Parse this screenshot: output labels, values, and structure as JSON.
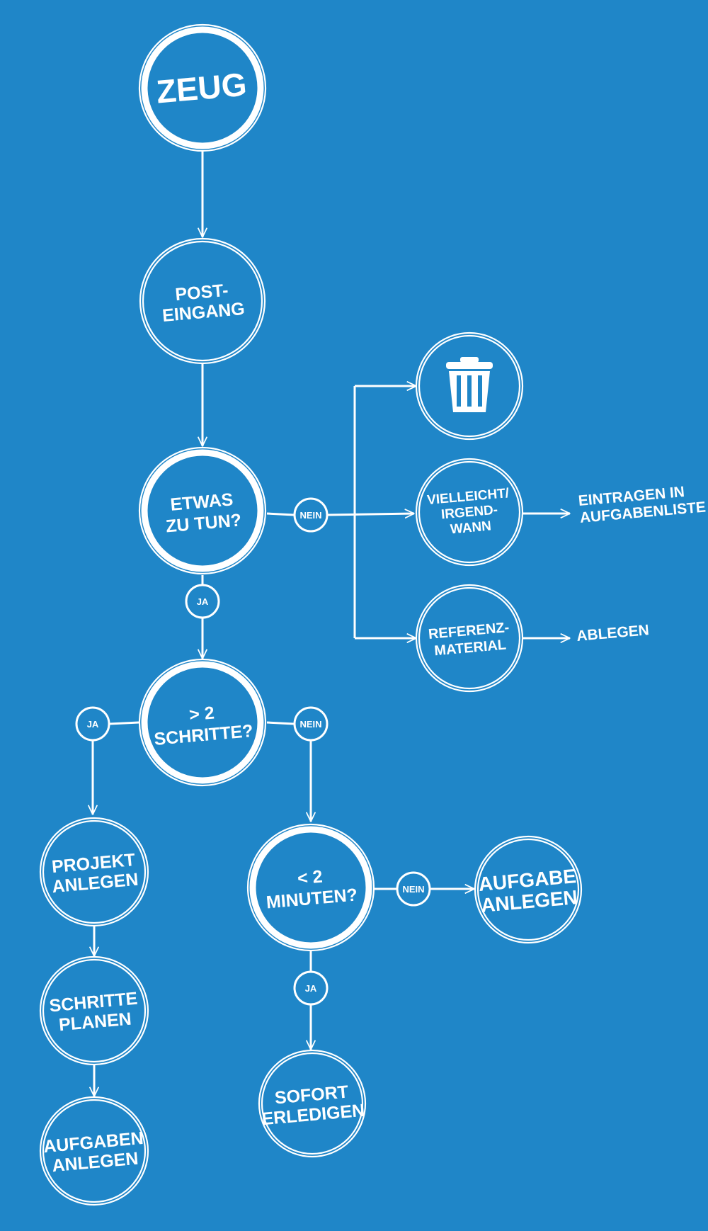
{
  "background_color": "#1f86c8",
  "line_color": "#ffffff",
  "nodes": {
    "zeug": [
      "ZEUG"
    ],
    "posteingang": [
      "POST-",
      "EINGANG"
    ],
    "trash": {
      "icon": "trash-icon"
    },
    "etwas_zu_tun": [
      "ETWAS",
      "ZU TUN?"
    ],
    "vielleicht": [
      "VIELLEICHT/",
      "IRGEND-",
      "WANN"
    ],
    "referenz": [
      "REFERENZ-",
      "MATERIAL"
    ],
    "schritte": [
      "> 2",
      "SCHRITTE?"
    ],
    "projekt": [
      "PROJEKT",
      "ANLEGEN"
    ],
    "schritte_planen": [
      "SCHRITTE",
      "PLANEN"
    ],
    "aufgaben_anlegen": [
      "AUFGABEN",
      "ANLEGEN"
    ],
    "minuten": [
      "< 2",
      "MINUTEN?"
    ],
    "aufgabe_anlegen": [
      "AUFGABE",
      "ANLEGEN"
    ],
    "sofort": [
      "SOFORT",
      "ERLEDIGEN"
    ]
  },
  "outcomes": {
    "eintragen": [
      "EINTRAGEN IN",
      "AUFGABENLISTE"
    ],
    "ablegen": [
      "ABLEGEN"
    ]
  },
  "decisions": {
    "yes": "JA",
    "no": "NEIN"
  }
}
